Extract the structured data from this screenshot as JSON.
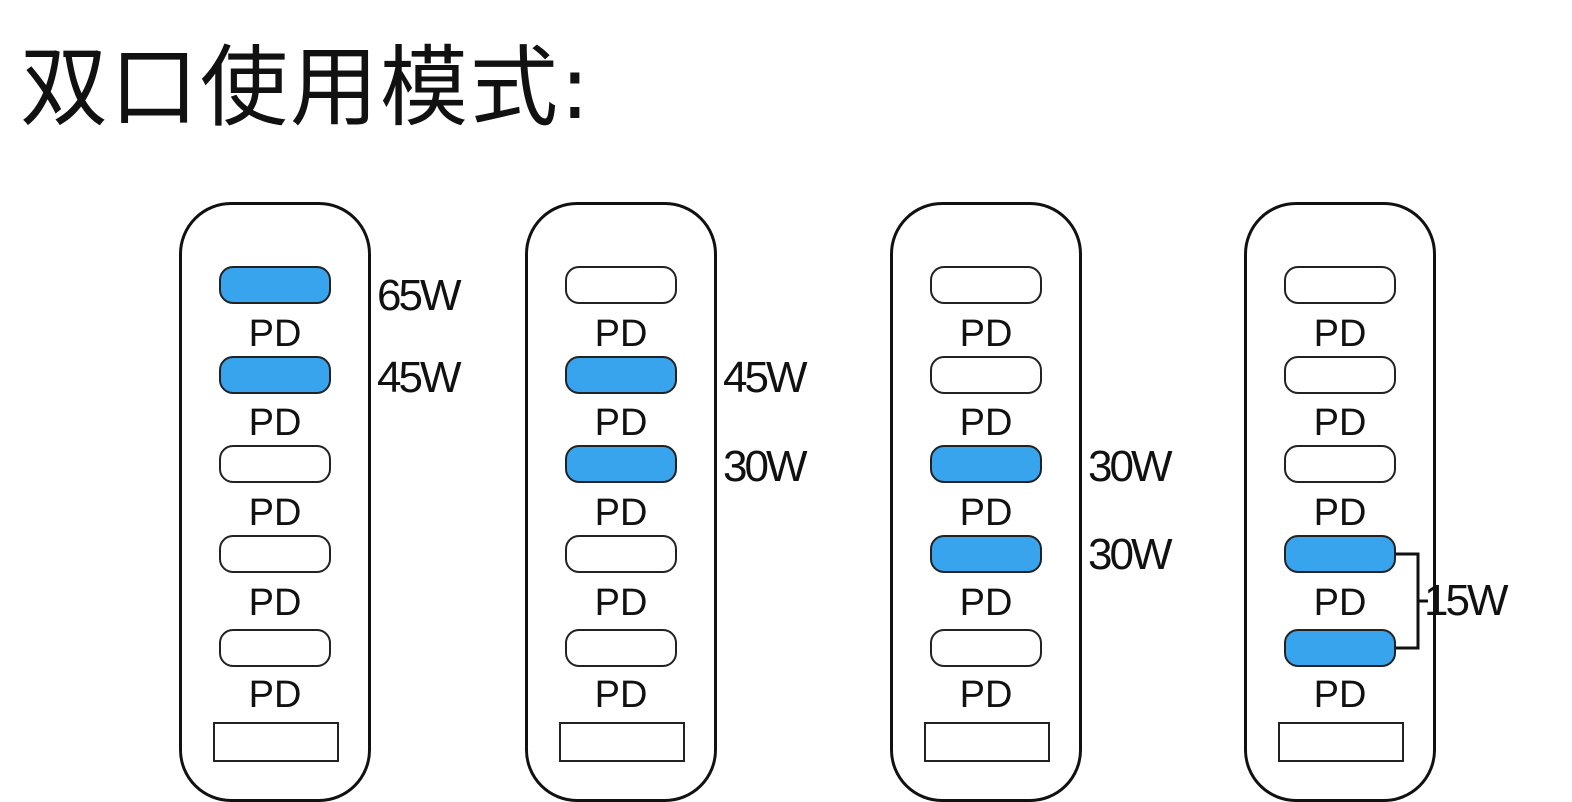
{
  "title": "双口使用模式:",
  "port_label": "PD",
  "colors": {
    "active_port": "#38a4ee",
    "inactive_port": "#ffffff",
    "outline": "#111111"
  },
  "configurations": [
    {
      "ports": [
        {
          "label": "PD",
          "active": true,
          "watt": "65W"
        },
        {
          "label": "PD",
          "active": true,
          "watt": "45W"
        },
        {
          "label": "PD",
          "active": false,
          "watt": ""
        },
        {
          "label": "PD",
          "active": false,
          "watt": ""
        },
        {
          "label": "PD",
          "active": false,
          "watt": ""
        }
      ],
      "shared_watt": ""
    },
    {
      "ports": [
        {
          "label": "PD",
          "active": false,
          "watt": ""
        },
        {
          "label": "PD",
          "active": true,
          "watt": "45W"
        },
        {
          "label": "PD",
          "active": true,
          "watt": "30W"
        },
        {
          "label": "PD",
          "active": false,
          "watt": ""
        },
        {
          "label": "PD",
          "active": false,
          "watt": ""
        }
      ],
      "shared_watt": ""
    },
    {
      "ports": [
        {
          "label": "PD",
          "active": false,
          "watt": ""
        },
        {
          "label": "PD",
          "active": false,
          "watt": ""
        },
        {
          "label": "PD",
          "active": true,
          "watt": "30W"
        },
        {
          "label": "PD",
          "active": true,
          "watt": "30W"
        },
        {
          "label": "PD",
          "active": false,
          "watt": ""
        }
      ],
      "shared_watt": ""
    },
    {
      "ports": [
        {
          "label": "PD",
          "active": false,
          "watt": ""
        },
        {
          "label": "PD",
          "active": false,
          "watt": ""
        },
        {
          "label": "PD",
          "active": false,
          "watt": ""
        },
        {
          "label": "PD",
          "active": true,
          "watt": ""
        },
        {
          "label": "PD",
          "active": true,
          "watt": ""
        }
      ],
      "shared_watt": "15W"
    }
  ]
}
